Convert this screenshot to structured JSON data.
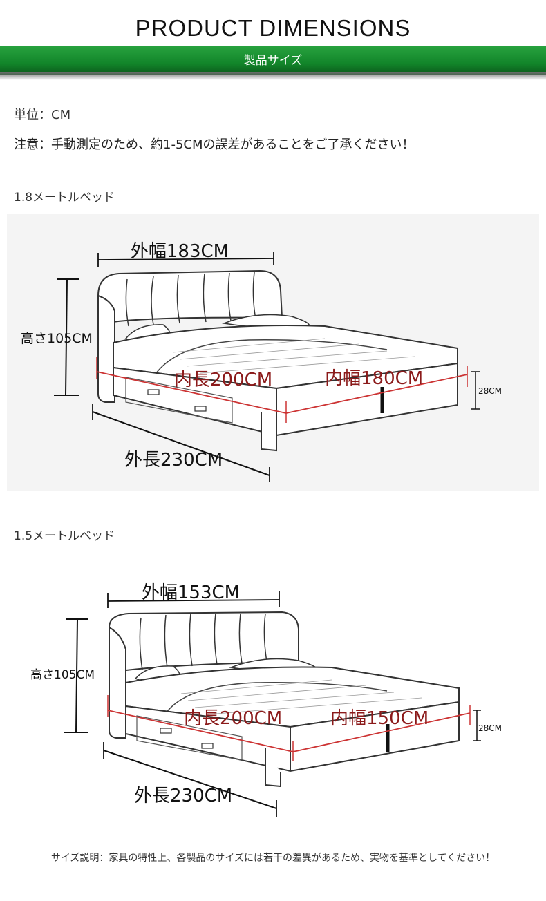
{
  "header": {
    "title": "PRODUCT DIMENSIONS",
    "subtitle": "製品サイズ",
    "band_color": "#12852a"
  },
  "unit_text": "単位：CM",
  "note_text": "注意：手動測定のため、約1-5CMの誤差があることをご了承ください！",
  "sections": [
    {
      "label": "1.8メートルベッド",
      "outer_width": "外幅183CM",
      "height": "高さ105CM",
      "inner_length": "内長200CM",
      "inner_width": "内幅180CM",
      "base_height": "28CM",
      "outer_length": "外長230CM"
    },
    {
      "label": "1.5メートルベッド",
      "outer_width": "外幅153CM",
      "height": "高さ105CM",
      "inner_length": "内長200CM",
      "inner_width": "内幅150CM",
      "base_height": "28CM",
      "outer_length": "外長230CM"
    }
  ],
  "footer_text": "サイズ説明：家具の特性上、各製品のサイズには若干の差異があるため、実物を基準としてください！"
}
